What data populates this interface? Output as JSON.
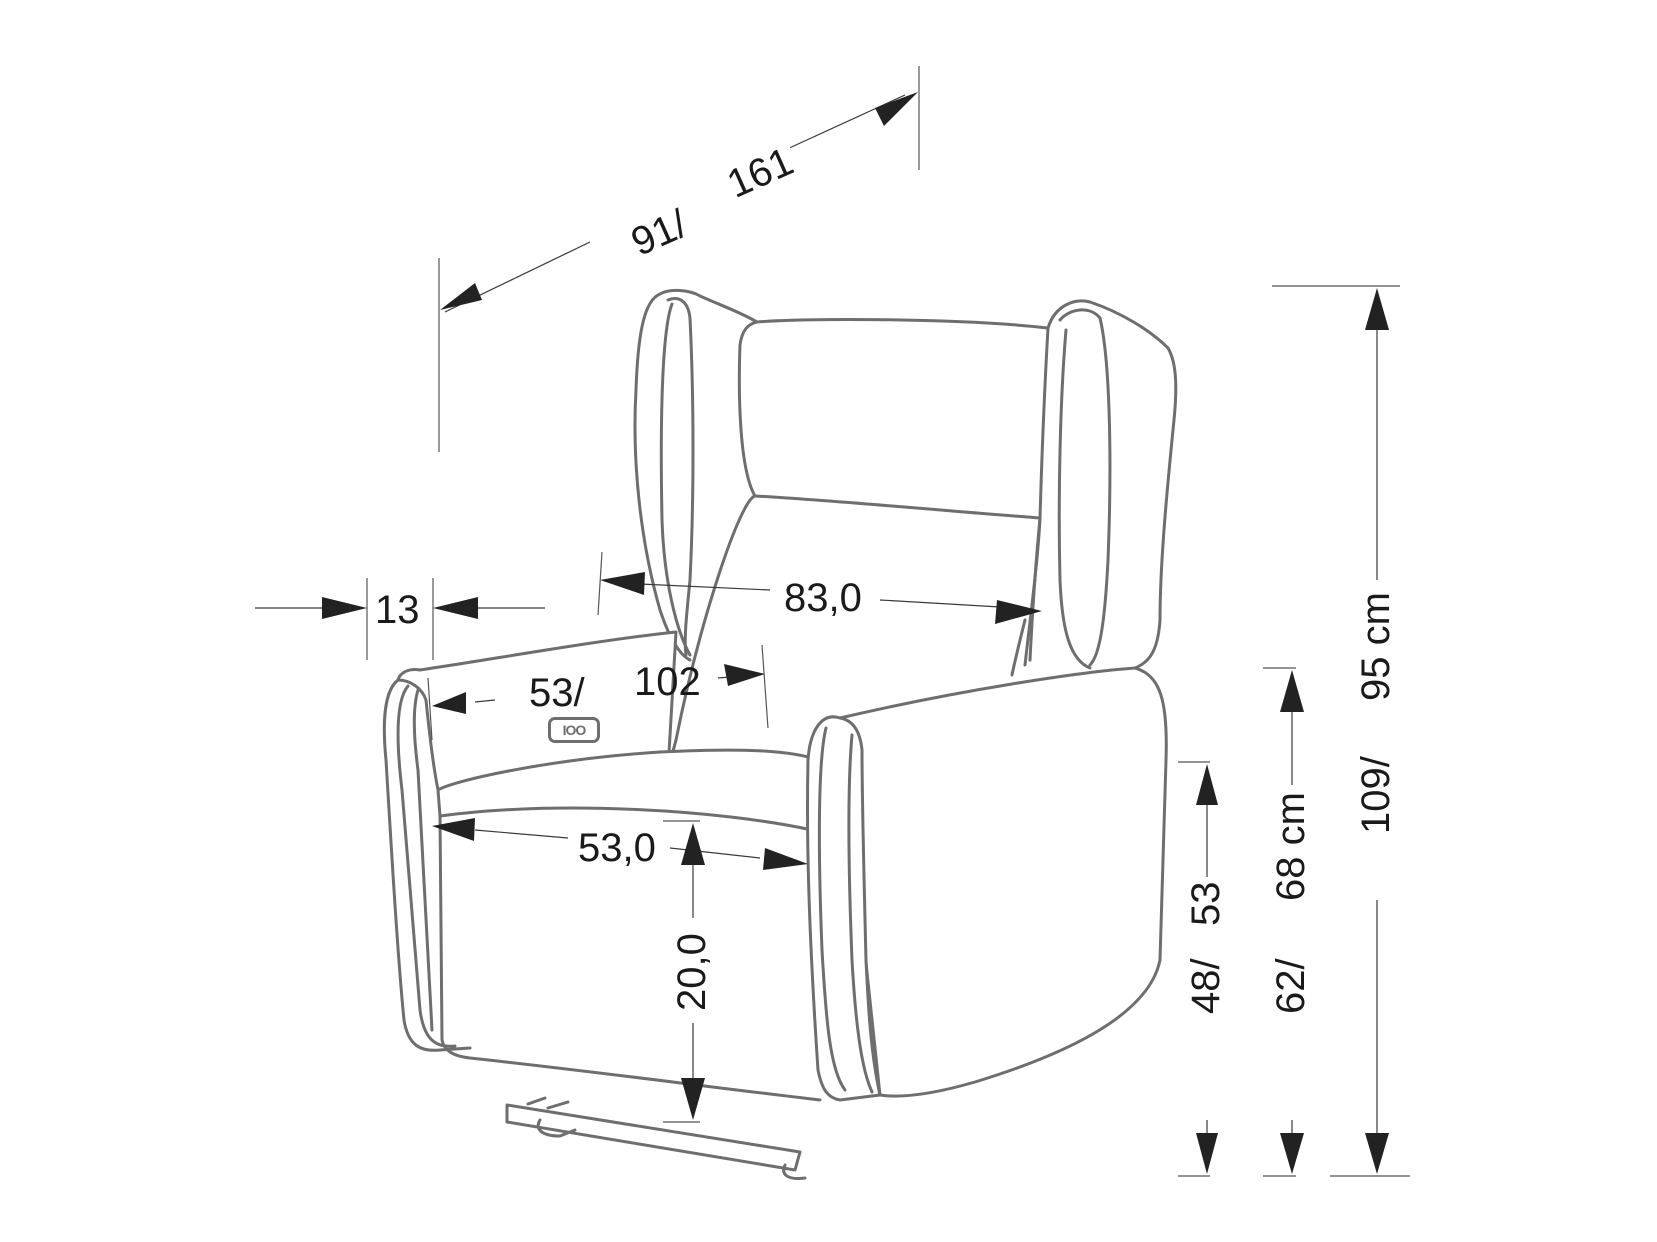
{
  "diagram": {
    "subject": "recliner armchair dimension drawing",
    "units": "cm",
    "colors": {
      "outline": "#6e6e6e",
      "dimension_line": "#3a3a3a",
      "arrowhead": "#222222",
      "text": "#1a1a1a",
      "background": "#ffffff"
    },
    "dimensions": {
      "depth": {
        "label_a": "91/",
        "label_b": "161",
        "meaning": "depth upright / reclined"
      },
      "armrest_width": {
        "label": "13"
      },
      "backrest_width": {
        "label": "83,0"
      },
      "seat_depth": {
        "label_a": "53/",
        "label_b": "102"
      },
      "seat_width": {
        "label": "53,0"
      },
      "seat_thickness": {
        "label": "20,0"
      },
      "seat_height": {
        "label_a": "48/",
        "label_b": "53"
      },
      "armrest_height": {
        "label_a": "62/",
        "label_b": "68 cm"
      },
      "total_height": {
        "label_a": "109/",
        "label_b": "95 cm"
      }
    },
    "remote_icon": {
      "glyph": "IOO",
      "name": "control-panel-icon"
    }
  }
}
